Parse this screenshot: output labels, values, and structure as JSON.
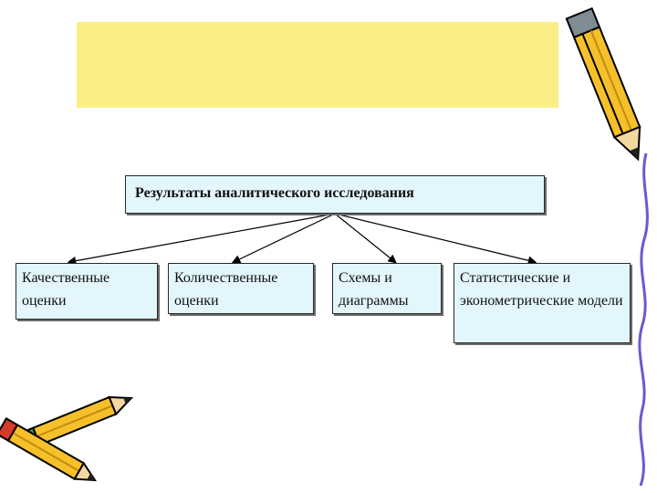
{
  "slide": {
    "title_text": ""
  },
  "diagram": {
    "root": "Результаты аналитического исследования",
    "children": [
      "Качественные оценки",
      "Количественные оценки",
      "Схемы и диаграммы",
      "Статистические и эконометрические модели"
    ]
  },
  "decorations": {
    "pencil_icon": "pencil-icon",
    "crossed_pencils_icon": "crossed-pencils-icon",
    "wavy_border": "wavy-border-line"
  },
  "colors": {
    "title_bar": "#fbee85",
    "box_fill": "#e2f6fc",
    "pencil_body": "#f5c02a",
    "wavy_line": "#6b5ad0"
  }
}
